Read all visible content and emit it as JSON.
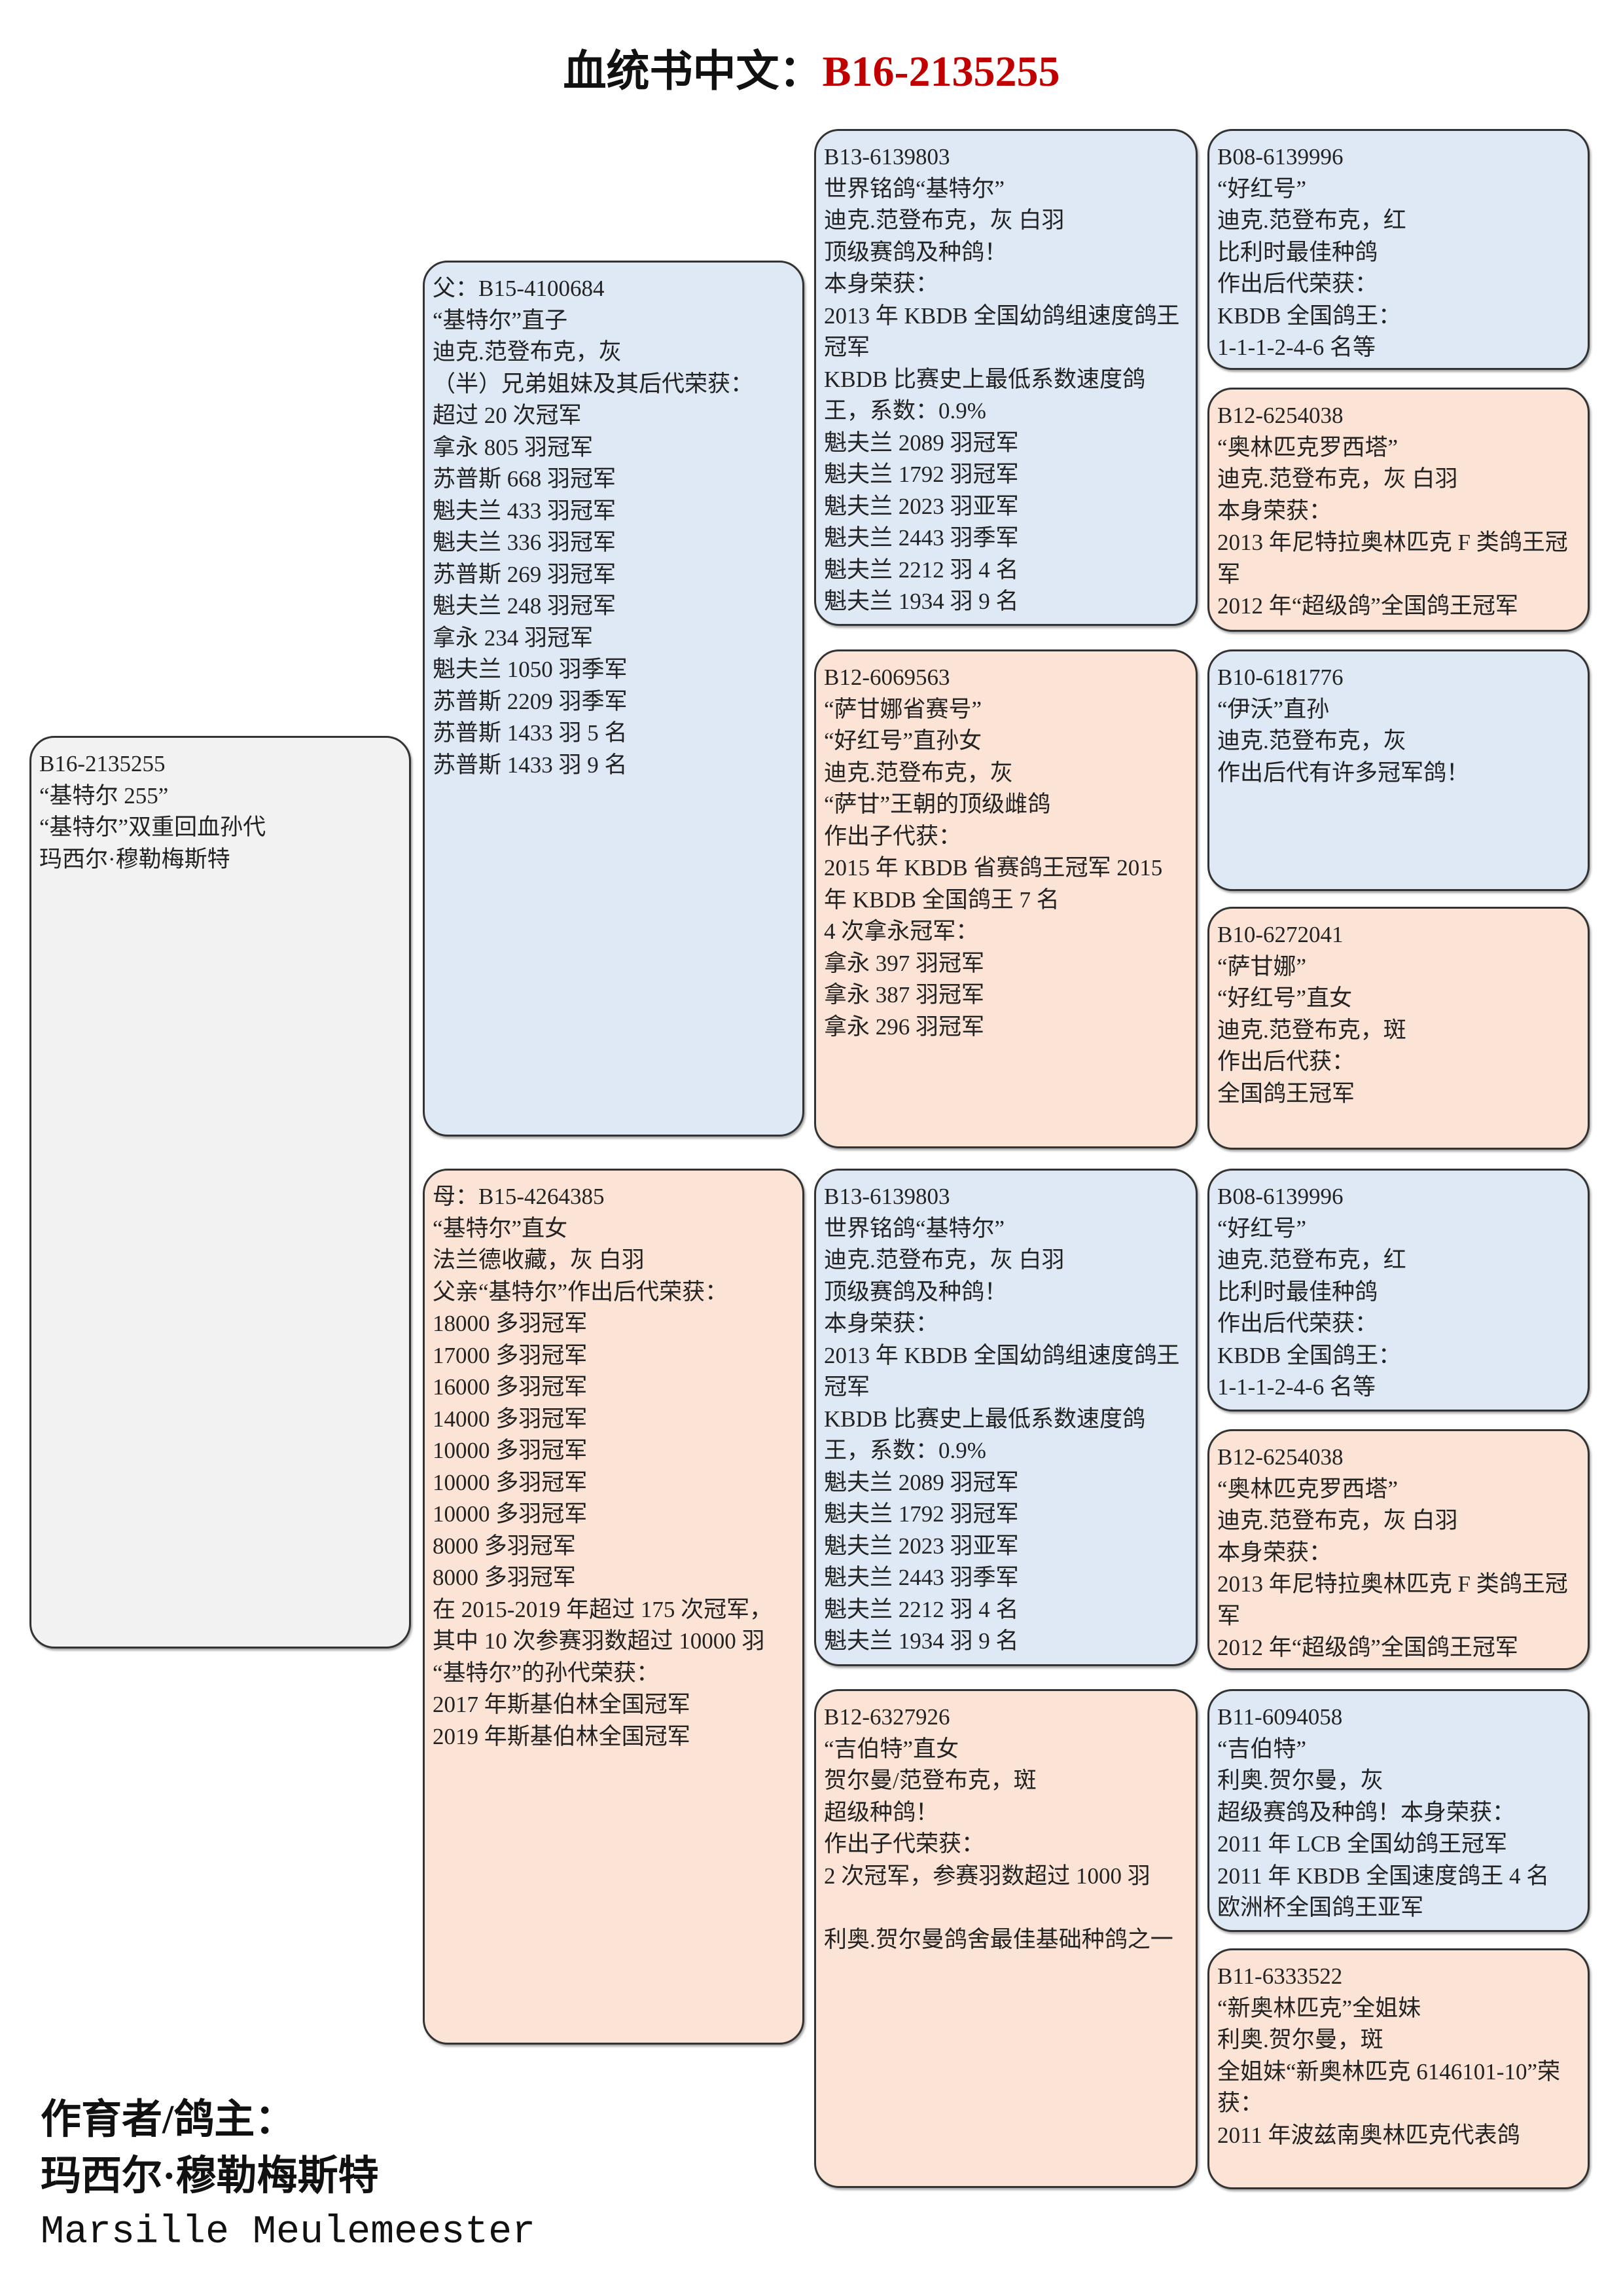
{
  "title": {
    "label": "血统书中文：",
    "id": "B16-2135255"
  },
  "colors": {
    "blue": "#dee9f5",
    "peach": "#fbe3d5",
    "grey": "#f2f2f2",
    "title_id": "#c00000"
  },
  "subject": [
    "B16-2135255",
    "“基特尔 255”",
    "“基特尔”双重回血孙代",
    "玛西尔·穆勒梅斯特"
  ],
  "sire": [
    "父：B15-4100684",
    "“基特尔”直子",
    "迪克.范登布克，灰",
    "（半）兄弟姐妹及其后代荣获：",
    "超过 20 次冠军",
    "拿永 805 羽冠军",
    "苏普斯 668 羽冠军",
    "魁夫兰 433 羽冠军",
    "魁夫兰 336 羽冠军",
    "苏普斯 269 羽冠军",
    "魁夫兰 248 羽冠军",
    "拿永 234 羽冠军",
    "魁夫兰 1050 羽季军",
    "苏普斯 2209 羽季军",
    "苏普斯 1433 羽 5 名",
    "苏普斯 1433 羽 9 名"
  ],
  "dam": [
    "母：B15-4264385",
    "“基特尔”直女",
    "法兰德收藏，灰 白羽",
    "父亲“基特尔”作出后代荣获：",
    "18000 多羽冠军",
    "17000 多羽冠军",
    "16000 多羽冠军",
    "14000 多羽冠军",
    "10000 多羽冠军",
    "10000 多羽冠军",
    "10000 多羽冠军",
    "8000 多羽冠军",
    "8000 多羽冠军",
    "在 2015-2019 年超过 175 次冠军，其中 10 次参赛羽数超过 10000 羽",
    "“基特尔”的孙代荣获：",
    "2017 年斯基伯林全国冠军",
    "2019 年斯基伯林全国冠军"
  ],
  "sire_sire": [
    "B13-6139803",
    "世界铭鸽“基特尔”",
    "迪克.范登布克，灰 白羽",
    "顶级赛鸽及种鸽！",
    "本身荣获：",
    "2013 年 KBDB 全国幼鸽组速度鸽王冠军",
    "KBDB 比赛史上最低系数速度鸽王，系数：0.9%",
    "魁夫兰 2089 羽冠军",
    "魁夫兰 1792 羽冠军",
    "魁夫兰 2023 羽亚军",
    "魁夫兰 2443 羽季军",
    "魁夫兰 2212 羽 4 名",
    "魁夫兰 1934 羽 9 名"
  ],
  "sire_dam": [
    "B12-6069563",
    "“萨甘娜省赛号”",
    "“好红号”直孙女",
    "迪克.范登布克，灰",
    "“萨甘”王朝的顶级雌鸽",
    "作出子代获：",
    "2015 年 KBDB 省赛鸽王冠军 2015 年 KBDB 全国鸽王 7 名",
    "4 次拿永冠军：",
    "拿永 397 羽冠军",
    "拿永 387 羽冠军",
    "拿永 296 羽冠军"
  ],
  "dam_sire": [
    "B13-6139803",
    "世界铭鸽“基特尔”",
    "迪克.范登布克，灰 白羽",
    "顶级赛鸽及种鸽！",
    "本身荣获：",
    "2013 年 KBDB 全国幼鸽组速度鸽王冠军",
    "KBDB 比赛史上最低系数速度鸽王，系数：0.9%",
    "魁夫兰 2089 羽冠军",
    "魁夫兰 1792 羽冠军",
    "魁夫兰 2023 羽亚军",
    "魁夫兰 2443 羽季军",
    "魁夫兰 2212 羽 4 名",
    "魁夫兰 1934 羽 9 名"
  ],
  "dam_dam": [
    "B12-6327926",
    "“吉伯特”直女",
    "贺尔曼/范登布克，斑",
    "超级种鸽！",
    "作出子代荣获：",
    "2 次冠军，参赛羽数超过 1000 羽",
    " ",
    "利奥.贺尔曼鸽舍最佳基础种鸽之一"
  ],
  "gen4": [
    [
      "B08-6139996",
      "“好红号”",
      "迪克.范登布克，红",
      "比利时最佳种鸽",
      "作出后代荣获：",
      "KBDB 全国鸽王：",
      "1-1-1-2-4-6 名等"
    ],
    [
      "B12-6254038",
      "“奥林匹克罗西塔”",
      "迪克.范登布克，灰 白羽",
      "本身荣获：",
      "2013 年尼特拉奥林匹克 F 类鸽王冠军",
      "2012 年“超级鸽”全国鸽王冠军"
    ],
    [
      "B10-6181776",
      "“伊沃”直孙",
      "迪克.范登布克，灰",
      "作出后代有许多冠军鸽！"
    ],
    [
      "B10-6272041",
      "“萨甘娜”",
      "“好红号”直女",
      "迪克.范登布克，斑",
      "作出后代获：",
      "全国鸽王冠军"
    ],
    [
      "B08-6139996",
      "“好红号”",
      "迪克.范登布克，红",
      "比利时最佳种鸽",
      "作出后代荣获：",
      "KBDB 全国鸽王：",
      "1-1-1-2-4-6 名等"
    ],
    [
      "B12-6254038",
      "“奥林匹克罗西塔”",
      "迪克.范登布克，灰 白羽",
      "本身荣获：",
      "2013 年尼特拉奥林匹克 F 类鸽王冠军",
      "2012 年“超级鸽”全国鸽王冠军"
    ],
    [
      "B11-6094058",
      "“吉伯特”",
      "利奥.贺尔曼，灰",
      "超级赛鸽及种鸽！本身荣获：",
      "2011 年 LCB 全国幼鸽王冠军",
      "2011 年 KBDB 全国速度鸽王 4 名",
      "欧洲杯全国鸽王亚军"
    ],
    [
      "B11-6333522",
      "“新奥林匹克”全姐妹",
      "利奥.贺尔曼，斑",
      "全姐妹“新奥林匹克 6146101-10”荣获：",
      "2011 年波兹南奥林匹克代表鸽"
    ]
  ],
  "footer": {
    "label": "作育者/鸽主：",
    "name_cn": "玛西尔·穆勒梅斯特",
    "name_en": "Marsille Meulemeester"
  }
}
